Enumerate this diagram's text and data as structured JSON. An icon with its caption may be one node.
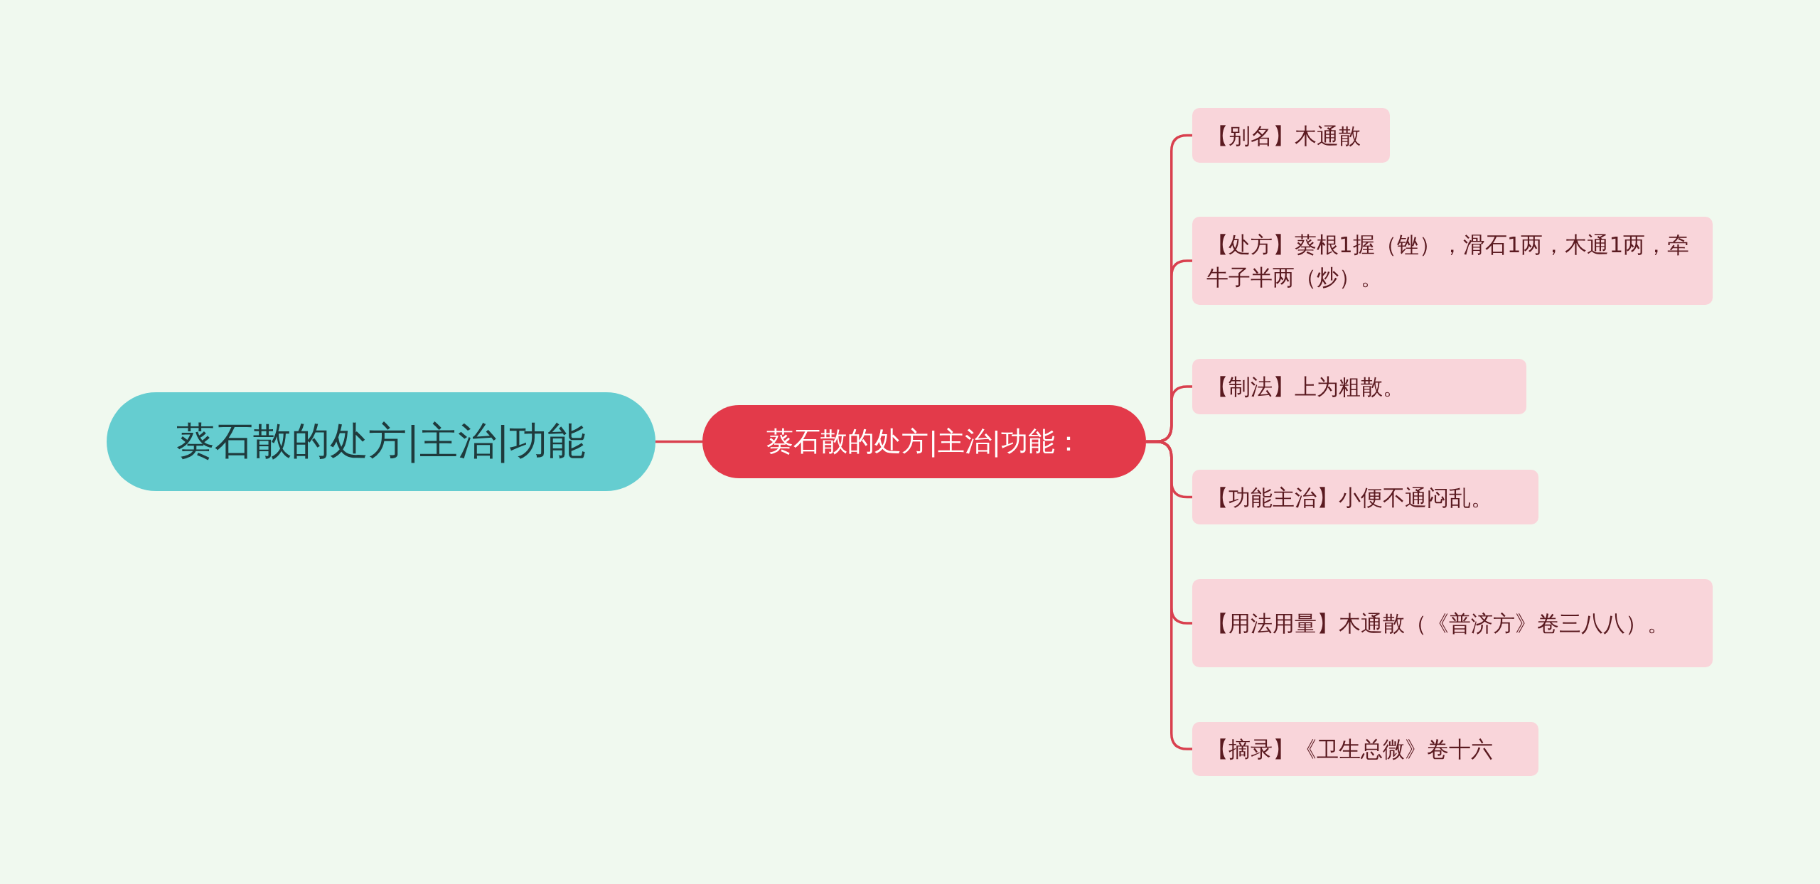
{
  "diagram": {
    "nodes": [
      {
        "text": [
          "葵石散的处方|主治|功能"
        ]
      },
      {
        "text": [
          "葵石散的处方|主治|功能："
        ]
      },
      {
        "text": [
          "【别名】木通散"
        ]
      },
      {
        "text": [
          "【处方】葵根1握（锉），滑石1两，木通1两，牵牛子半两（炒）。"
        ]
      },
      {
        "text": [
          "【制法】上为粗散。"
        ]
      },
      {
        "text": [
          "【功能主治】小便不通闷乱。"
        ]
      },
      {
        "text": [
          "【用法用量】木通散（《普济方》卷三八八）。"
        ]
      },
      {
        "text": [
          "【摘录】《卫生总微》卷十六"
        ]
      }
    ],
    "edges": [
      {
        "from": 0,
        "to": 1,
        "arrow": "none"
      },
      {
        "from": 1,
        "to": 2,
        "arrow": "none"
      },
      {
        "from": 1,
        "to": 3,
        "arrow": "none"
      },
      {
        "from": 1,
        "to": 4,
        "arrow": "none"
      },
      {
        "from": 1,
        "to": 5,
        "arrow": "none"
      },
      {
        "from": 1,
        "to": 6,
        "arrow": "none"
      },
      {
        "from": 1,
        "to": 7,
        "arrow": "none"
      }
    ]
  }
}
